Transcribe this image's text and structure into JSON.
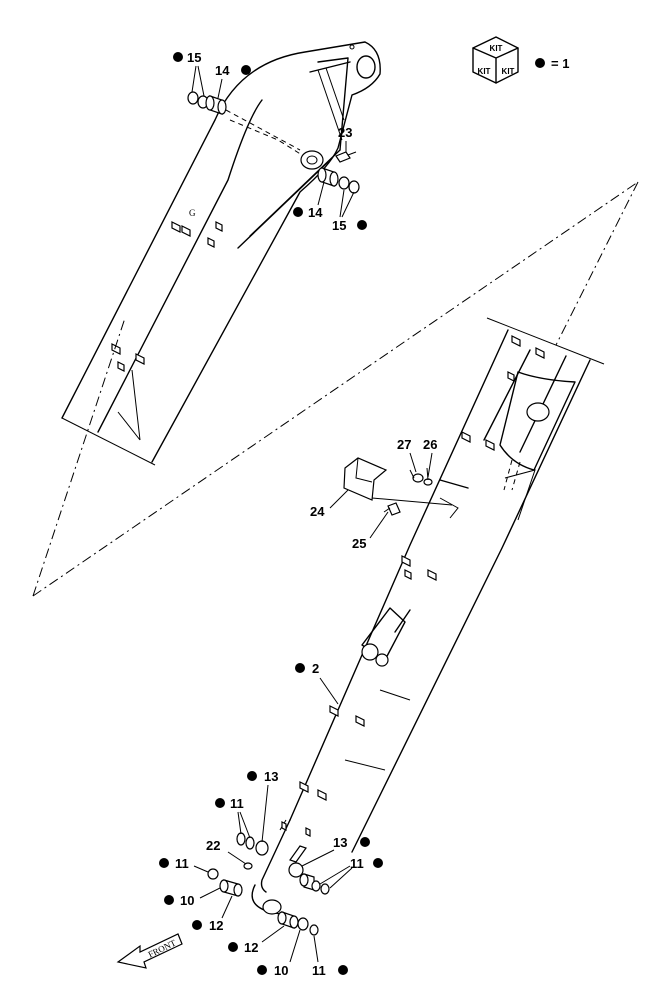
{
  "legend": {
    "kit_top": "KIT",
    "kit_left": "KIT",
    "kit_right": "KIT",
    "equals": "= 1"
  },
  "front_label": "FRONT",
  "callouts": {
    "c15a": "15",
    "c14a": "14",
    "c23": "23",
    "c14b": "14",
    "c15b": "15",
    "c27": "27",
    "c26": "26",
    "c24": "24",
    "c25": "25",
    "c2": "2",
    "c13a": "13",
    "c11a": "11",
    "c22": "22",
    "c13b": "13",
    "c11b": "11",
    "c11c": "11",
    "c10a": "10",
    "c12a": "12",
    "c12b": "12",
    "c10b": "10",
    "c11d": "11"
  },
  "colors": {
    "ink": "#000000",
    "paper": "#ffffff"
  }
}
